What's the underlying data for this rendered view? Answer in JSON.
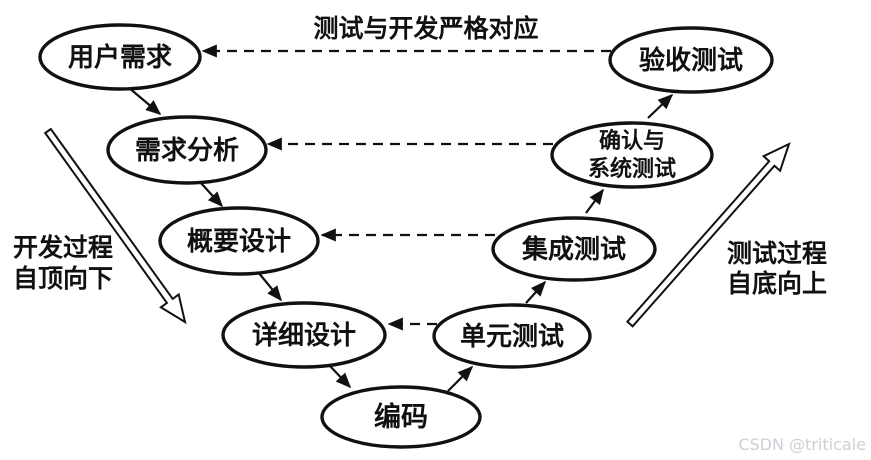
{
  "watermark": "CSDN @triticale",
  "diagram": {
    "correspondence_label": "测试与开发严格对应",
    "left_label": {
      "line1": "开发过程",
      "line2": "自顶向下"
    },
    "right_label": {
      "line1": "测试过程",
      "line2": "自底向上"
    },
    "nodes": {
      "user_requirements": "用户需求",
      "requirements_analysis": "需求分析",
      "preliminary_design": "概要设计",
      "detailed_design": "详细设计",
      "coding": "编码",
      "unit_testing": "单元测试",
      "integration_testing": "集成测试",
      "validation_system_testing": {
        "line1": "确认与",
        "line2": "系统测试"
      },
      "acceptance_testing": "验收测试"
    },
    "colors": {
      "stroke": "#111111",
      "background": "#ffffff",
      "watermark": "#ccd0d4"
    }
  }
}
